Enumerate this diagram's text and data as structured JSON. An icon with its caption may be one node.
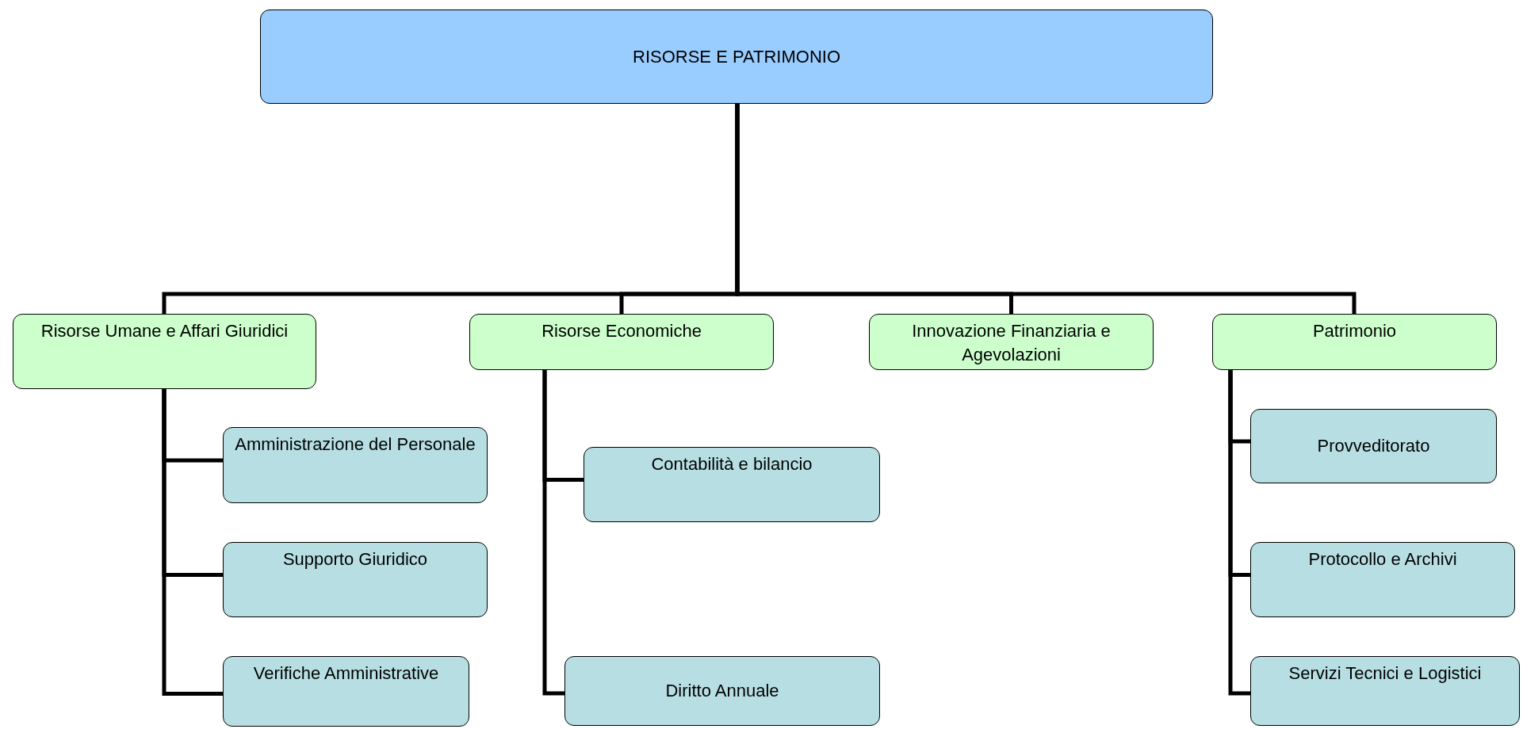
{
  "diagram": {
    "nodes": [
      {
        "text": [
          "RISORSE E PATRIMONIO"
        ]
      },
      {
        "text": [
          "Risorse Umane e Affari Giuridici"
        ]
      },
      {
        "text": [
          "Risorse Economiche"
        ]
      },
      {
        "text": [
          "Innovazione Finanziaria e Agevolazioni"
        ]
      },
      {
        "text": [
          "Patrimonio"
        ]
      },
      {
        "text": [
          "Amministrazione del Personale"
        ]
      },
      {
        "text": [
          "Supporto Giuridico"
        ]
      },
      {
        "text": [
          "Verifiche Amministrative"
        ]
      },
      {
        "text": [
          "Contabilità e bilancio"
        ]
      },
      {
        "text": [
          "Diritto Annuale"
        ]
      },
      {
        "text": [
          "Provveditorato"
        ]
      },
      {
        "text": [
          "Protocollo e Archivi"
        ]
      },
      {
        "text": [
          "Servizi Tecnici e Logistici"
        ]
      }
    ],
    "edges": [
      {
        "from": 0,
        "to": 1,
        "arrow": "none"
      },
      {
        "from": 0,
        "to": 2,
        "arrow": "none"
      },
      {
        "from": 0,
        "to": 3,
        "arrow": "none"
      },
      {
        "from": 0,
        "to": 4,
        "arrow": "none"
      },
      {
        "from": 1,
        "to": 5,
        "arrow": "none"
      },
      {
        "from": 1,
        "to": 6,
        "arrow": "none"
      },
      {
        "from": 1,
        "to": 7,
        "arrow": "none"
      },
      {
        "from": 2,
        "to": 8,
        "arrow": "none"
      },
      {
        "from": 2,
        "to": 9,
        "arrow": "none"
      },
      {
        "from": 4,
        "to": 10,
        "arrow": "none"
      },
      {
        "from": 4,
        "to": 11,
        "arrow": "none"
      },
      {
        "from": 4,
        "to": 12,
        "arrow": "none"
      }
    ]
  }
}
